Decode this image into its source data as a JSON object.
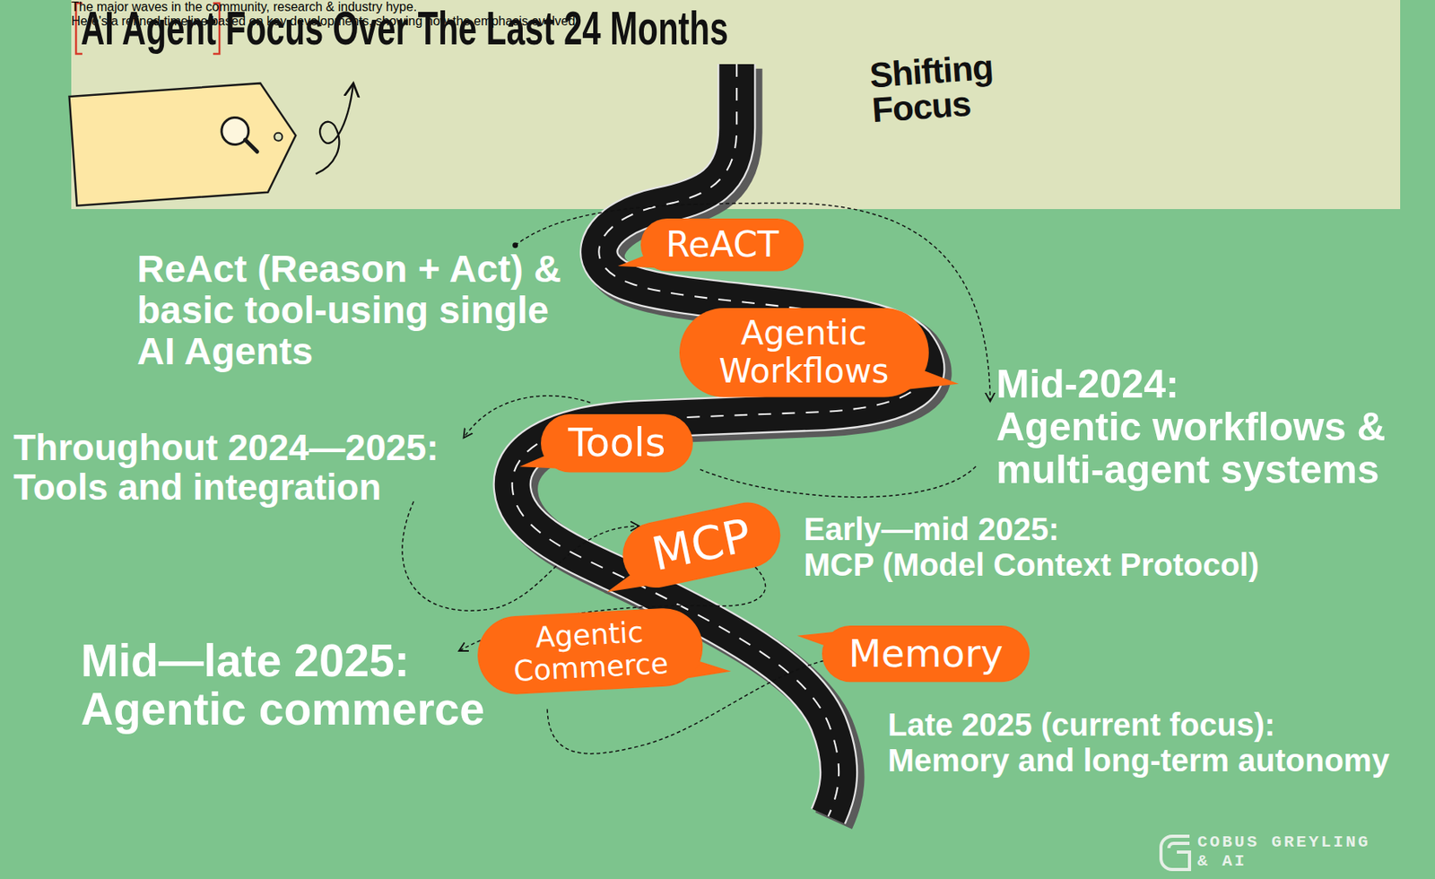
{
  "diagram": {
    "title": "AI Agent Focus Over The Last 24 Months",
    "nodes": [
      {
        "text": [
          "The major waves in the community, research & industry hype.",
          "Here's a refined timeline based on key developments, showing how the emphasis evolved:"
        ]
      },
      {
        "text": [
          "Shifting Focus"
        ],
        "in": 0
      },
      {
        "text": [
          "ReACT"
        ]
      },
      {
        "text": [
          "Agentic Workflows"
        ]
      },
      {
        "text": [
          "Tools"
        ]
      },
      {
        "text": [
          "MCP"
        ]
      },
      {
        "text": [
          "Agentic Commerce"
        ]
      },
      {
        "text": [
          "Memory"
        ]
      }
    ],
    "labels": [
      "ReAct (Reason + Act) & basic tool-using single AI Agents",
      "Mid-2024:",
      "Agentic workflows & multi-agent systems",
      "Throughout 2024—2025:",
      "Tools and integration",
      "Early—mid 2025:",
      "MCP (Model Context Protocol)",
      "Mid—late 2025:",
      "Agentic commerce",
      "Late 2025 (current focus):",
      "Memory and long-term autonomy",
      "COBUS GREYLING & AI"
    ]
  }
}
